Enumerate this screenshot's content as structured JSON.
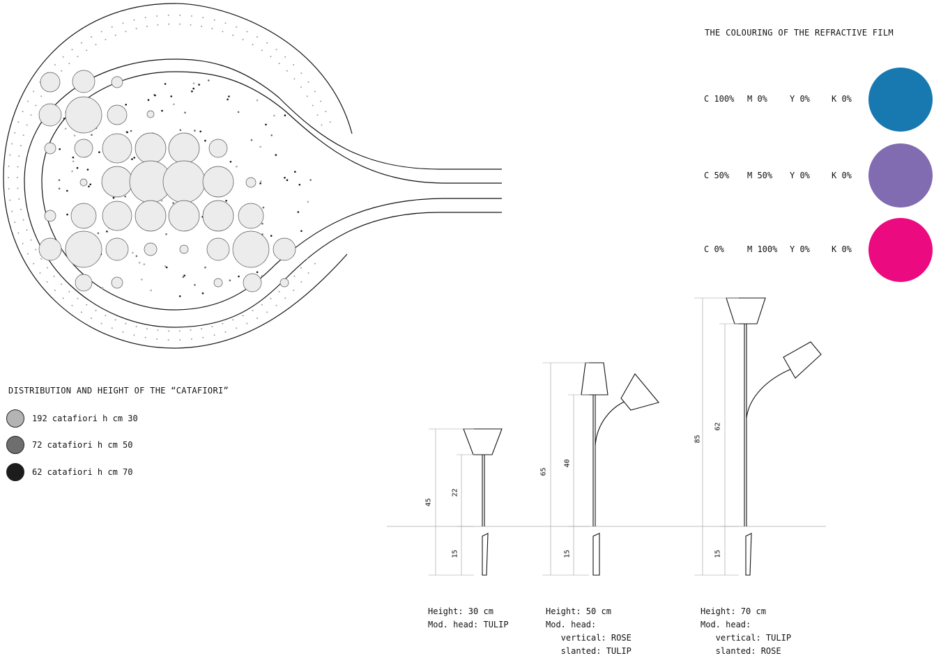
{
  "film": {
    "title": "THE COLOURING OF THE REFRACTIVE FILM",
    "rows": [
      {
        "c": "C 100%",
        "m": "M 0%",
        "y": "Y 0%",
        "k": "K 0%",
        "color": "#1878b0"
      },
      {
        "c": "C 50%",
        "m": "M 50%",
        "y": "Y 0%",
        "k": "K 0%",
        "color": "#816bb1"
      },
      {
        "c": "C 0%",
        "m": "M 100%",
        "y": "Y 0%",
        "k": "K 0%",
        "color": "#ec0a80"
      }
    ]
  },
  "distribution": {
    "title": "DISTRIBUTION AND HEIGHT OF THE “CATAFIORI”",
    "items": [
      {
        "label": "192 catafiori h cm 30",
        "color": "#b4b4b4"
      },
      {
        "label": "72 catafiori h cm 50",
        "color": "#6e6e6e"
      },
      {
        "label": "62 catafiori h cm 70",
        "color": "#1c1c1c"
      }
    ]
  },
  "lamps": [
    {
      "dims": {
        "total": "45",
        "upper": "22",
        "ground": "15"
      },
      "caption": [
        "Height: 30 cm",
        "Mod. head: TULIP"
      ]
    },
    {
      "dims": {
        "total": "65",
        "upper": "40",
        "ground": "15"
      },
      "caption": [
        "Height: 50 cm",
        "Mod. head:",
        "   vertical: ROSE",
        "   slanted: TULIP"
      ]
    },
    {
      "dims": {
        "total": "85",
        "upper": "62",
        "ground": "15"
      },
      "caption": [
        "Height: 70 cm",
        "Mod. head:",
        "   vertical: TULIP",
        "   slanted: ROSE"
      ]
    }
  ]
}
